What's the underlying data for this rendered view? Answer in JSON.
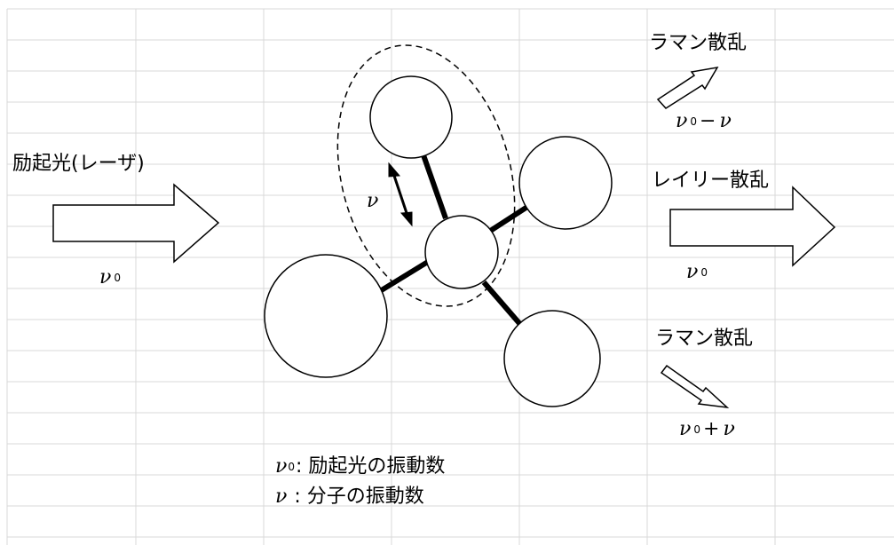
{
  "grid_color": "#d9d9d9",
  "stroke_color": "#000000",
  "excitation": {
    "label": "励起光(レーザ)",
    "freq_symbol": "ν",
    "freq_sub": "0"
  },
  "rayleigh": {
    "label": "レイリー散乱",
    "freq_symbol": "ν",
    "freq_sub": "0"
  },
  "raman_stokes": {
    "label": "ラマン散乱",
    "freq_symbol": "ν",
    "freq_sub": "0",
    "op": "−",
    "freq2_symbol": "ν"
  },
  "raman_antistokes": {
    "label": "ラマン散乱",
    "freq_symbol": "ν",
    "freq_sub": "0",
    "op": "+",
    "freq2_symbol": "ν"
  },
  "vibration": {
    "symbol": "ν"
  },
  "legend": {
    "line1_symbol": "ν",
    "line1_sub": "0",
    "line1_text": ": 励起光の振動数",
    "line2_symbol": "ν",
    "line2_text": ": 分子の振動数"
  }
}
